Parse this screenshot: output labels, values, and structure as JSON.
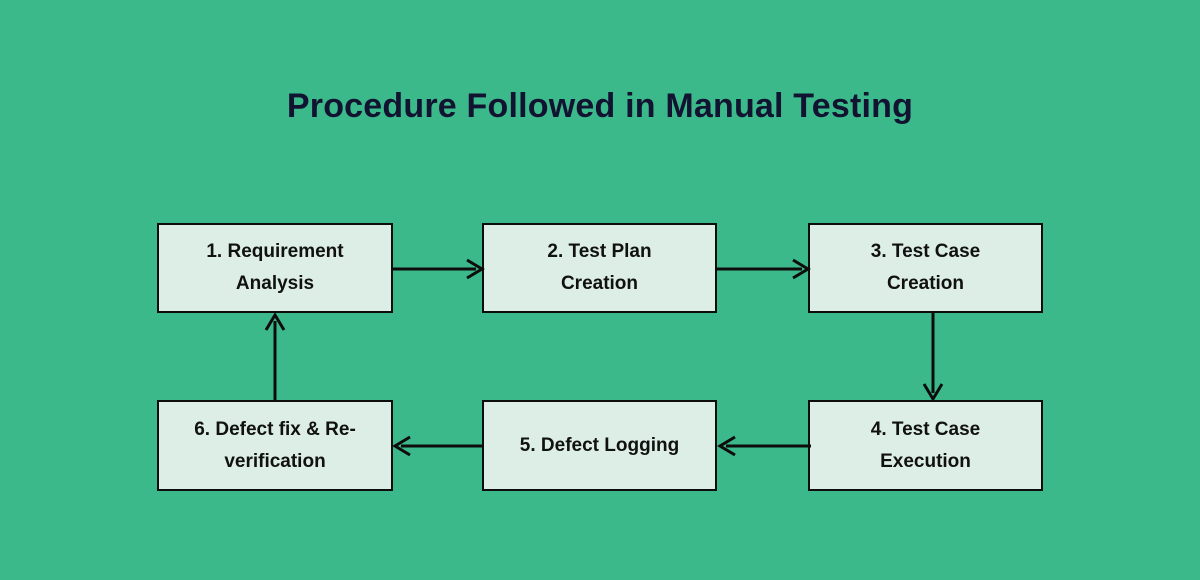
{
  "diagram": {
    "title": "Procedure Followed in Manual Testing",
    "type": "flowchart",
    "background_color": "#3cb98b",
    "node_fill_color": "#dceee6",
    "node_border_color": "#0d0d0d",
    "title_color": "#121331",
    "node_text_color": "#111111",
    "nodes": [
      {
        "id": "node-1",
        "number": "1.",
        "label": "1. Requirement Analysis",
        "line1": "1. Requirement",
        "line2": "Analysis"
      },
      {
        "id": "node-2",
        "number": "2.",
        "label": "2. Test Plan Creation",
        "line1": "2. Test Plan",
        "line2": "Creation"
      },
      {
        "id": "node-3",
        "number": "3.",
        "label": "3. Test Case Creation",
        "line1": "3. Test Case",
        "line2": "Creation"
      },
      {
        "id": "node-4",
        "number": "4.",
        "label": "4. Test Case Execution",
        "line1": "4. Test Case",
        "line2": "Execution"
      },
      {
        "id": "node-5",
        "number": "5.",
        "label": "5. Defect Logging",
        "line1": "5. Defect Logging",
        "line2": ""
      },
      {
        "id": "node-6",
        "number": "6.",
        "label": "6. Defect fix & Re-verification",
        "line1": "6. Defect fix & Re-",
        "line2": "verification"
      }
    ],
    "edges": [
      {
        "id": "edge-1-2",
        "from": "node-1",
        "to": "node-2",
        "direction": "right"
      },
      {
        "id": "edge-2-3",
        "from": "node-2",
        "to": "node-3",
        "direction": "right"
      },
      {
        "id": "edge-3-4",
        "from": "node-3",
        "to": "node-4",
        "direction": "down"
      },
      {
        "id": "edge-4-5",
        "from": "node-4",
        "to": "node-5",
        "direction": "left"
      },
      {
        "id": "edge-5-6",
        "from": "node-5",
        "to": "node-6",
        "direction": "left"
      },
      {
        "id": "edge-6-1",
        "from": "node-6",
        "to": "node-1",
        "direction": "up"
      }
    ]
  }
}
